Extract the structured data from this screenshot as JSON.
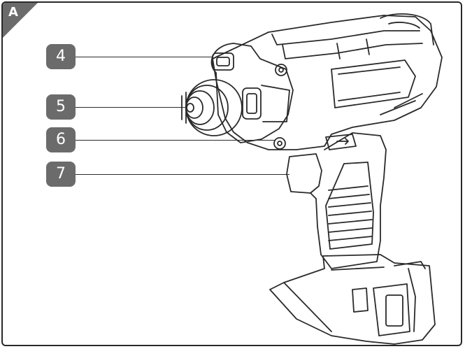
{
  "figure": {
    "corner_label": "A",
    "callouts": [
      {
        "id": "4",
        "label": "4"
      },
      {
        "id": "5",
        "label": "5"
      },
      {
        "id": "6",
        "label": "6"
      },
      {
        "id": "7",
        "label": "7"
      }
    ]
  },
  "colors": {
    "callout_fill": "#6b6b6b",
    "corner_fill": "#6b6b6b",
    "line": "#2a2a2a"
  },
  "icons": {
    "tool": "impact-driver-illustration"
  }
}
